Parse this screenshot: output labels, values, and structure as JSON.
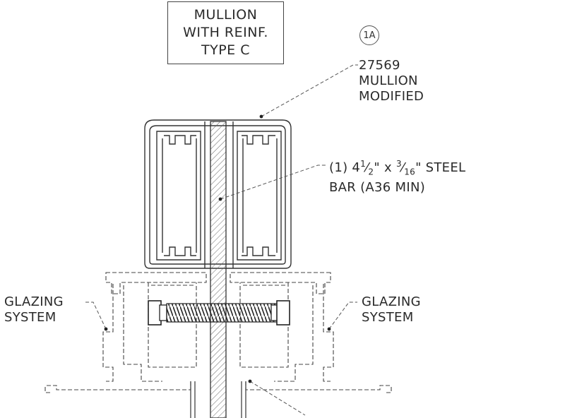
{
  "title": {
    "line1": "MULLION",
    "line2": "WITH REINF.",
    "line3": "TYPE C"
  },
  "detail_tag": "1A",
  "callouts": {
    "mullion": {
      "line1": "27569",
      "line2": "MULLION",
      "line3": "MODIFIED"
    },
    "steel_bar": {
      "prefix": "(1) 4",
      "frac1_num": "1",
      "frac1_den": "2",
      "mid": "\" x ",
      "frac2_num": "3",
      "frac2_den": "16",
      "suffix": "\" STEEL",
      "line2": "BAR (A36 MIN)"
    },
    "glazing_left": {
      "line1": "GLAZING",
      "line2": "SYSTEM"
    },
    "glazing_right": {
      "line1": "GLAZING",
      "line2": "SYSTEM"
    }
  }
}
